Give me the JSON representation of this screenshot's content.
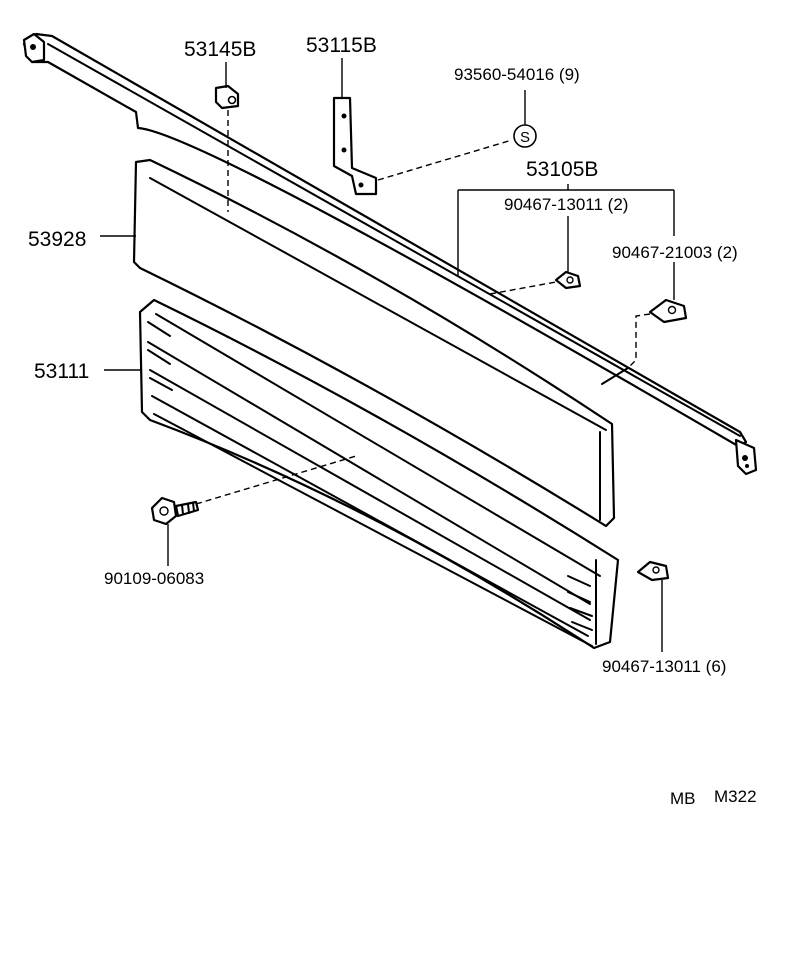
{
  "diagram": {
    "labels": {
      "p53145b": "53145B",
      "p53115b": "53115B",
      "p93560": "93560-54016 (9)",
      "p53105b": "53105B",
      "p90467a": "90467-13011 (2)",
      "p90467b": "90467-21003 (2)",
      "p53928": "53928",
      "p53111": "53111",
      "p90109": "90109-06083",
      "p90467c": "90467-13011 (6)",
      "s_marker": "S"
    },
    "footer": {
      "code_prefix": "MB",
      "code": "M322"
    }
  }
}
